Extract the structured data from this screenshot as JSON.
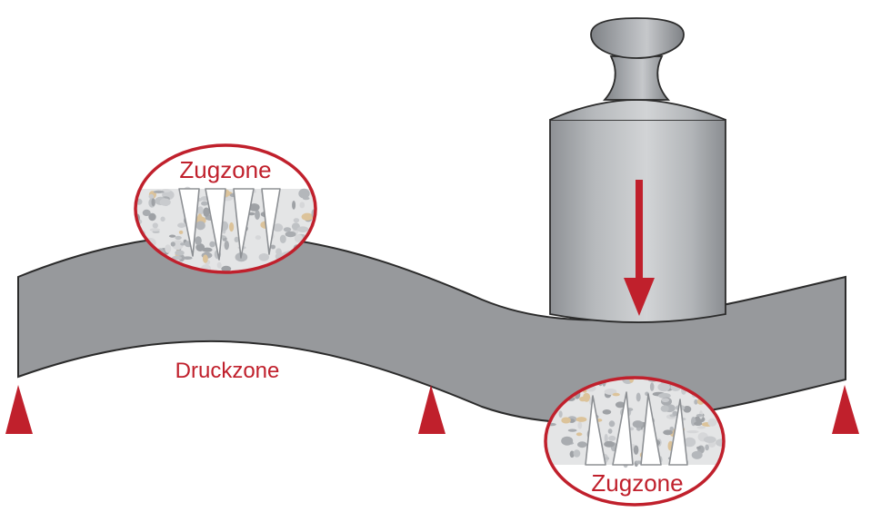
{
  "labels": {
    "tension_zone_top": "Zugzone",
    "compression_zone": "Druckzone",
    "tension_zone_bottom": "Zugzone"
  },
  "colors": {
    "accent_red": "#c0202c",
    "beam_gray": "#97999c",
    "weight_gray": "#b9bcbf",
    "concrete_bg": "#e4e5e6"
  },
  "elements": {
    "weight": "weight-icon",
    "load_arrow": "load-arrow-icon",
    "supports": [
      "support-left-icon",
      "support-middle-icon",
      "support-right-icon"
    ]
  }
}
